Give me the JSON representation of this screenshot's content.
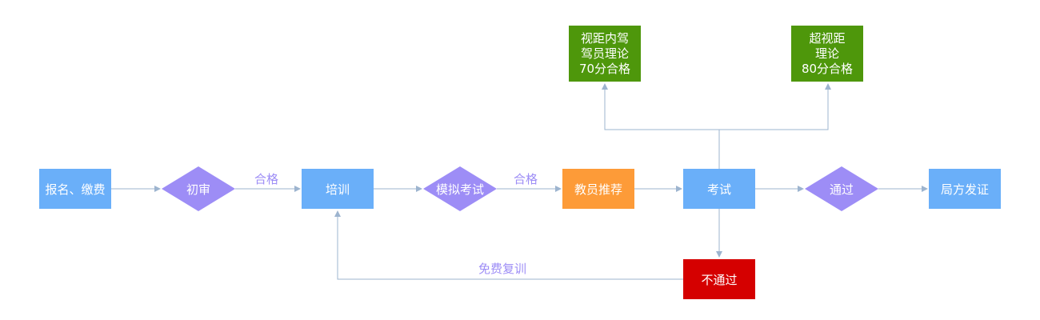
{
  "nodes": {
    "signup": "报名、缴费",
    "initial_review": "初审",
    "training": "培训",
    "mock_exam": "模拟考试",
    "instructor_recommend": "教员推荐",
    "exam": "考试",
    "pass": "通过",
    "certificate": "局方发证",
    "fail": "不通过",
    "vision_internal": [
      "视距内驾",
      "驾员理论",
      "70分合格"
    ],
    "beyond_vision": [
      "超视距",
      "理论",
      "80分合格"
    ]
  },
  "edge_labels": {
    "qualified_1": "合格",
    "qualified_2": "合格",
    "free_retrain": "免费复训"
  },
  "colors": {
    "blue": "#6aaff9",
    "purple": "#9d8df6",
    "orange": "#fd9b38",
    "green": "#4e970b",
    "red": "#d50000",
    "connector": "#9db4cf"
  }
}
